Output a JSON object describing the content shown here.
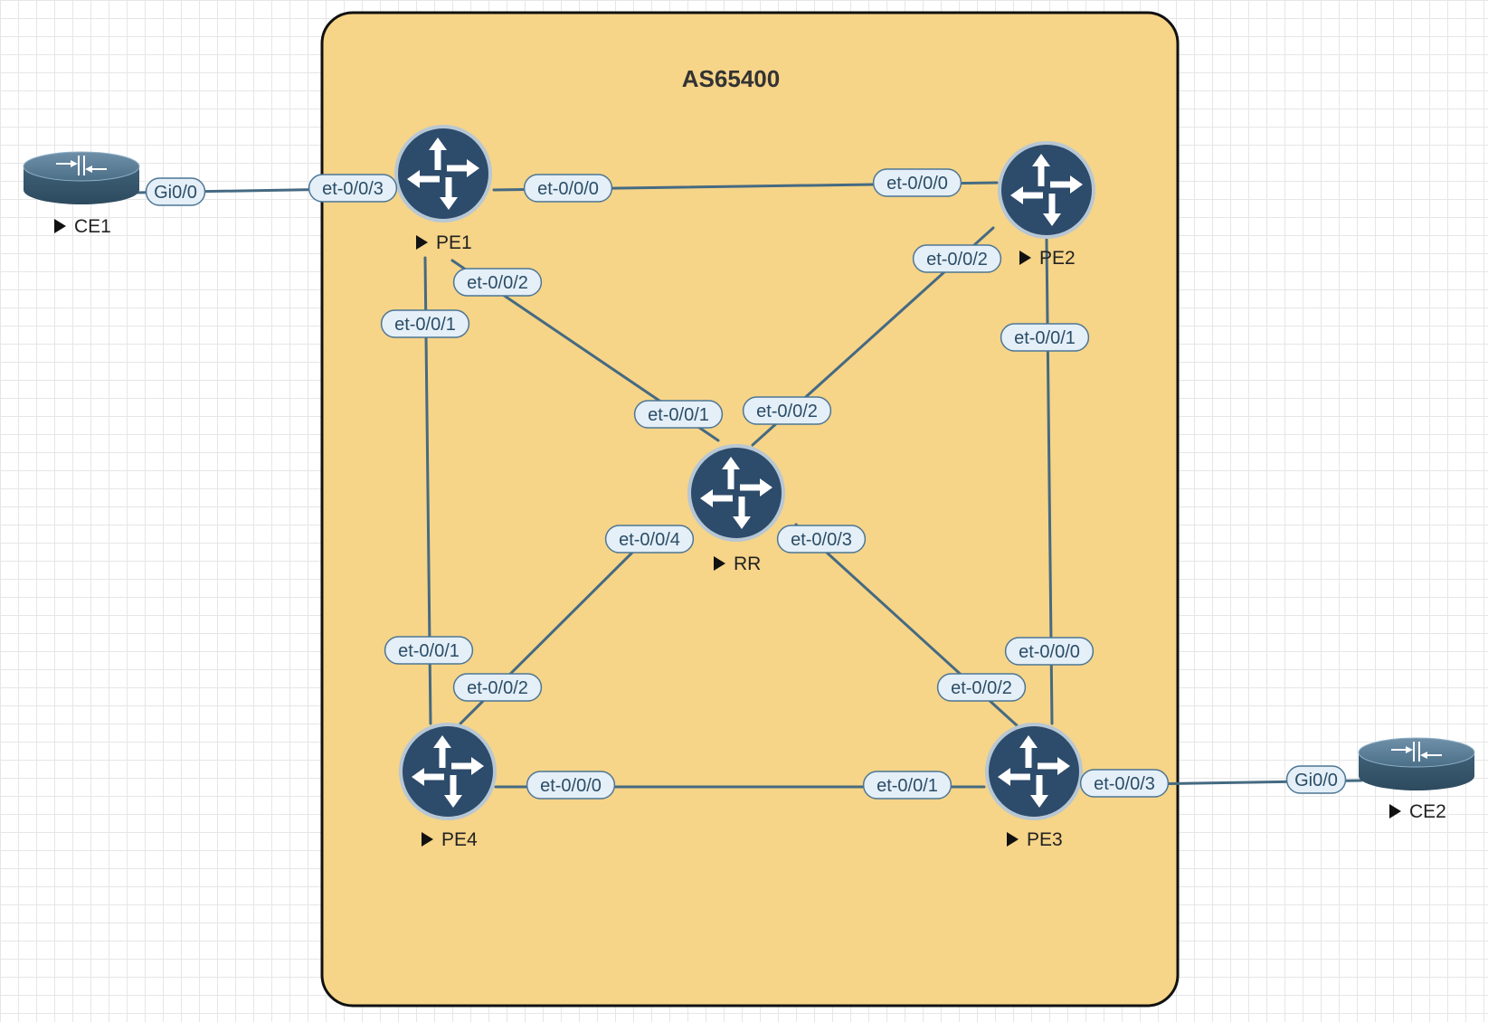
{
  "as_box": {
    "title": "AS65400",
    "fill": "#f6d488",
    "border": "#111111"
  },
  "colors": {
    "router": "#2d4b6b",
    "link": "#456a82",
    "iface_fill": "#e4eff8",
    "iface_border": "#4d7694",
    "background_grid": "#e6e6e6"
  },
  "nodes": [
    {
      "id": "CE1",
      "label": "CE1",
      "kind": "cisco-router",
      "icon": "router-icon"
    },
    {
      "id": "PE1",
      "label": "PE1",
      "kind": "juniper-router",
      "icon": "router-icon"
    },
    {
      "id": "PE2",
      "label": "PE2",
      "kind": "juniper-router",
      "icon": "router-icon"
    },
    {
      "id": "RR",
      "label": "RR",
      "kind": "juniper-router",
      "icon": "router-icon"
    },
    {
      "id": "PE4",
      "label": "PE4",
      "kind": "juniper-router",
      "icon": "router-icon"
    },
    {
      "id": "PE3",
      "label": "PE3",
      "kind": "juniper-router",
      "icon": "router-icon"
    },
    {
      "id": "CE2",
      "label": "CE2",
      "kind": "cisco-router",
      "icon": "router-icon"
    }
  ],
  "links": [
    {
      "from": "CE1",
      "to": "PE1",
      "from_iface": "Gi0/0",
      "to_iface": "et-0/0/3"
    },
    {
      "from": "PE1",
      "to": "PE2",
      "from_iface": "et-0/0/0",
      "to_iface": "et-0/0/0"
    },
    {
      "from": "PE1",
      "to": "RR",
      "from_iface": "et-0/0/2",
      "to_iface": "et-0/0/1"
    },
    {
      "from": "PE1",
      "to": "PE4",
      "from_iface": "et-0/0/1",
      "to_iface": "et-0/0/1"
    },
    {
      "from": "PE2",
      "to": "RR",
      "from_iface": "et-0/0/2",
      "to_iface": "et-0/0/2"
    },
    {
      "from": "PE2",
      "to": "PE3",
      "from_iface": "et-0/0/1",
      "to_iface": "et-0/0/0"
    },
    {
      "from": "RR",
      "to": "PE4",
      "from_iface": "et-0/0/4",
      "to_iface": "et-0/0/2"
    },
    {
      "from": "RR",
      "to": "PE3",
      "from_iface": "et-0/0/3",
      "to_iface": "et-0/0/2"
    },
    {
      "from": "PE4",
      "to": "PE3",
      "from_iface": "et-0/0/0",
      "to_iface": "et-0/0/1"
    },
    {
      "from": "PE3",
      "to": "CE2",
      "from_iface": "et-0/0/3",
      "to_iface": "Gi0/0"
    }
  ]
}
